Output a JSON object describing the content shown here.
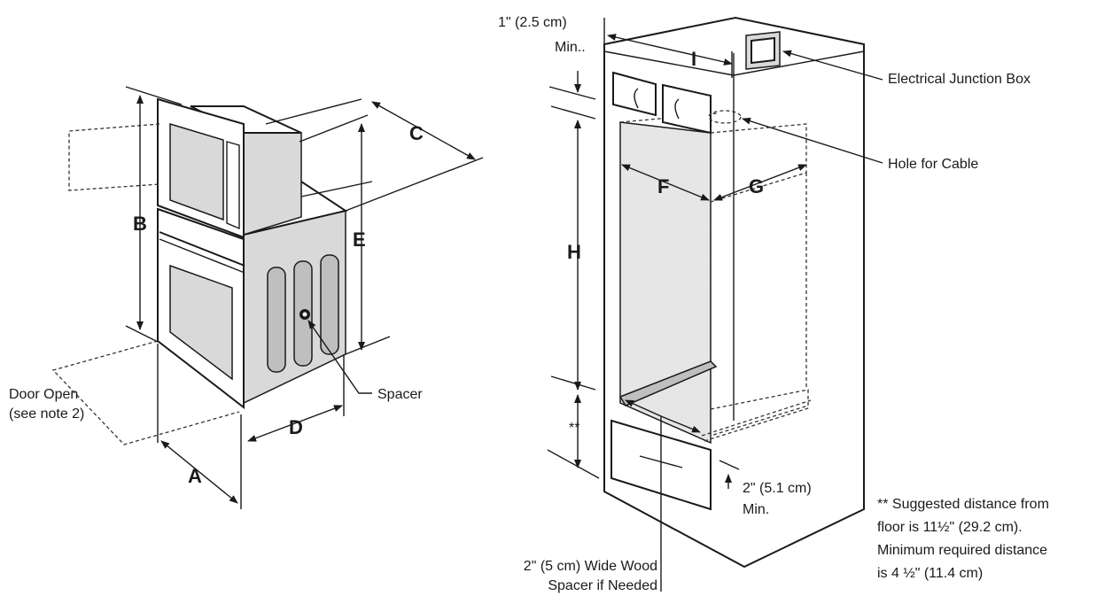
{
  "labels": {
    "A": "A",
    "B": "B",
    "C": "C",
    "D": "D",
    "E": "E",
    "F": "F",
    "G": "G",
    "H": "H",
    "I": "I",
    "double_star": "**"
  },
  "annotations": {
    "door_open_line1": "Door Open",
    "door_open_line2": "(see note 2)",
    "spacer": "Spacer",
    "top_min_line1": "1\" (2.5 cm)",
    "top_min_line2": "Min..",
    "junction_box": "Electrical Junction Box",
    "hole_for_cable": "Hole for Cable",
    "bottom_min_line1": "2\" (5.1 cm)",
    "bottom_min_line2": "Min.",
    "wood_spacer_line1": "2\" (5 cm) Wide Wood",
    "wood_spacer_line2": "Spacer if Needed",
    "note_line1": "** Suggested distance from",
    "note_line2": "floor is 11½\" (29.2 cm).",
    "note_line3": "Minimum required distance",
    "note_line4": "is 4 ½\" (11.4 cm)"
  }
}
